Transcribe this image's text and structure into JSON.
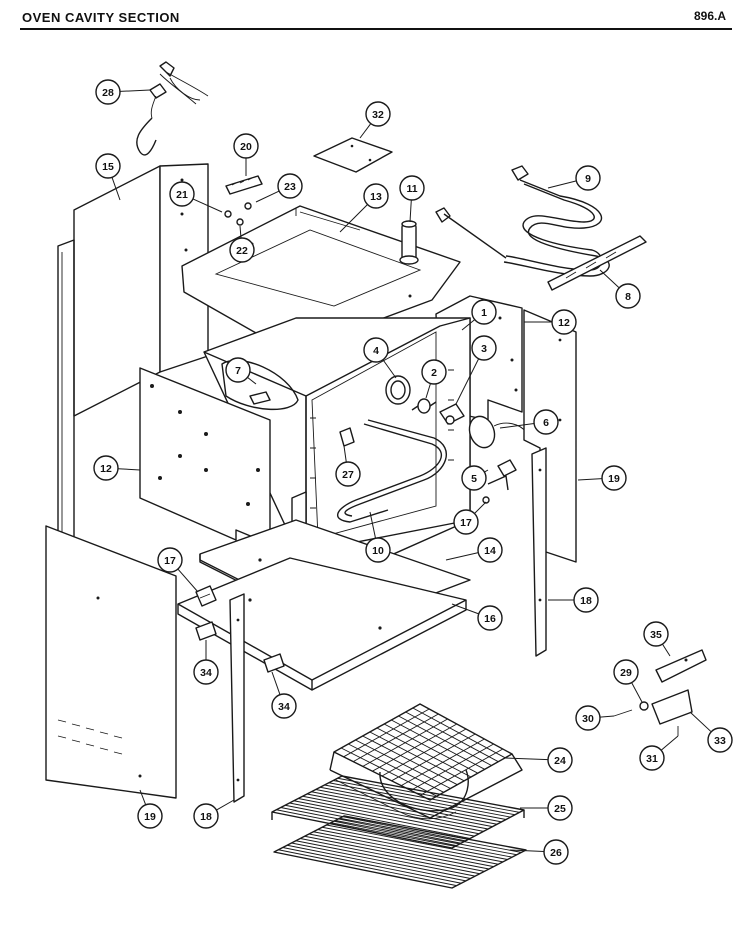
{
  "header": {
    "title": "OVEN CAVITY SECTION",
    "code": "896.A"
  },
  "callouts": [
    {
      "id": "c28",
      "label": "28"
    },
    {
      "id": "c15",
      "label": "15"
    },
    {
      "id": "c20",
      "label": "20"
    },
    {
      "id": "c23",
      "label": "23"
    },
    {
      "id": "c21",
      "label": "21"
    },
    {
      "id": "c22",
      "label": "22"
    },
    {
      "id": "c32",
      "label": "32"
    },
    {
      "id": "c13",
      "label": "13"
    },
    {
      "id": "c11",
      "label": "11"
    },
    {
      "id": "c9",
      "label": "9"
    },
    {
      "id": "c8",
      "label": "8"
    },
    {
      "id": "c1",
      "label": "1"
    },
    {
      "id": "c12r",
      "label": "12"
    },
    {
      "id": "c4",
      "label": "4"
    },
    {
      "id": "c2",
      "label": "2"
    },
    {
      "id": "c3",
      "label": "3"
    },
    {
      "id": "c7",
      "label": "7"
    },
    {
      "id": "c6",
      "label": "6"
    },
    {
      "id": "c12l",
      "label": "12"
    },
    {
      "id": "c27",
      "label": "27"
    },
    {
      "id": "c5",
      "label": "5"
    },
    {
      "id": "c19r",
      "label": "19"
    },
    {
      "id": "c17r",
      "label": "17"
    },
    {
      "id": "c10",
      "label": "10"
    },
    {
      "id": "c14",
      "label": "14"
    },
    {
      "id": "c18r",
      "label": "18"
    },
    {
      "id": "c17l",
      "label": "17"
    },
    {
      "id": "c16",
      "label": "16"
    },
    {
      "id": "c35",
      "label": "35"
    },
    {
      "id": "c34a",
      "label": "34"
    },
    {
      "id": "c29",
      "label": "29"
    },
    {
      "id": "c34b",
      "label": "34"
    },
    {
      "id": "c30",
      "label": "30"
    },
    {
      "id": "c33",
      "label": "33"
    },
    {
      "id": "c24",
      "label": "24"
    },
    {
      "id": "c31",
      "label": "31"
    },
    {
      "id": "c25",
      "label": "25"
    },
    {
      "id": "c19l",
      "label": "19"
    },
    {
      "id": "c18l",
      "label": "18"
    },
    {
      "id": "c26",
      "label": "26"
    }
  ]
}
